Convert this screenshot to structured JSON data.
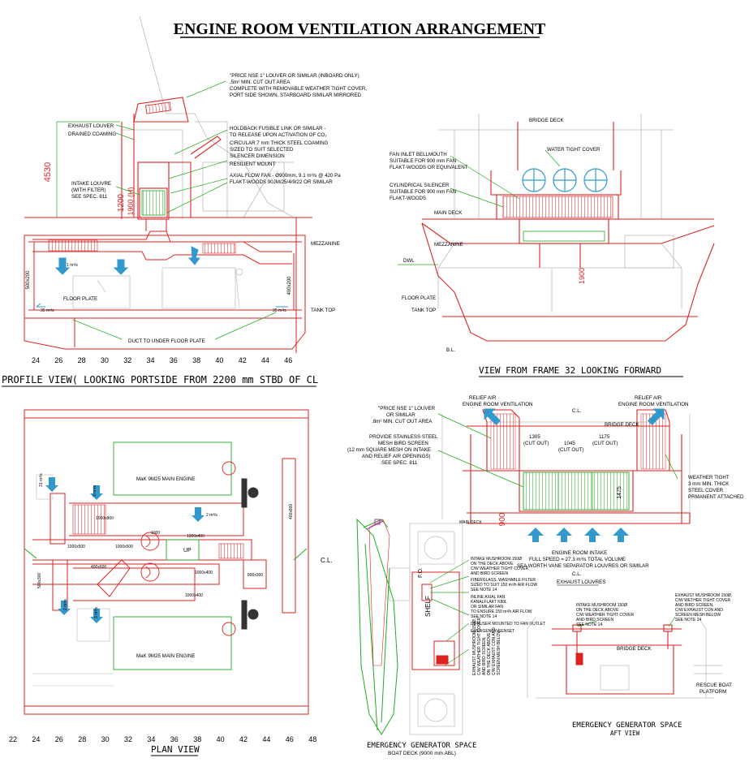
{
  "title": "ENGINE ROOM VENTILATION ARRANGEMENT",
  "profile": {
    "view_title": "PROFILE VIEW( LOOKING PORTSIDE FROM 2200 mm STBD OF CL",
    "notes": {
      "louver1": "\"PRICE NSE 1\" LOUVER OR SIMILAR (INBOARD ONLY)",
      "louver2": ".5m² MIN. CUT OUT AREA",
      "louver3": "COMPLETE WITH REMOVABLE WEATHER TIGHT COVER,",
      "louver4": "PORT SIDE SHOWN, STARBOARD SIMILAR MIRRORED",
      "holdback1": "HOLDBACK FUSIBLE LINK OR SIMILAR -",
      "holdback2": "TO RELEASE UPON ACTIVATION OF CO₂",
      "circ1": "CIRCULAR 7 mm THICK STEEL COAMING",
      "circ2": "SIZED TO SUIT SELECTED",
      "circ3": "SILENCER DIMENSION",
      "resilient": "RESILIENT MOUNT",
      "fan1": "AXIAL FLOW FAN - Ø900mm, 9.1 m³/s @ 420 Pa",
      "fan2": "FLAKT-WOODS 90JM/25/4/9/22 OR SIMILAR",
      "exhaust_louver": "EXHAUST LOUVER",
      "drained": "DRAINED COAMING",
      "intake1": "INTAKE LOUVRE",
      "intake2": "(WITH FILTER)",
      "intake3": "SEE SPEC. 811",
      "mezzanine": "MEZZANINE",
      "floor_plate": "FLOOR PLATE",
      "tank_top": "TANK TOP",
      "duct_under": "DUCT TO UNDER FLOOR PLATE",
      "dim_4530": "4530",
      "dim_1200": "1200",
      "dim_1900": "1900 (H)",
      "duct_500": "500x200",
      "duct_400": "400x200",
      "flow_35": "35 m³/s",
      "flow_1": "1 m³/s"
    },
    "frames": [
      "24",
      "26",
      "28",
      "30",
      "32",
      "34",
      "36",
      "38",
      "40",
      "42",
      "44",
      "46"
    ]
  },
  "frame32": {
    "view_title": "VIEW FROM FRAME 32 LOOKING FORWARD",
    "bridge_deck": "BRIDGE DECK",
    "water_tight": "WATER TIGHT COVER",
    "bell1": "FAN INLET BELLMOUTH",
    "bell2": "SUITABLE FOR 900 mm FAN",
    "bell3": "FLAKT-WOODS OR EQUIVALENT",
    "cyl1": "CYLINDRICAL SILENCER",
    "cyl2": "SUITABLE FOR 900 mm FAN",
    "cyl3": "FLAKT-WOODS",
    "main_deck": "MAIN DECK",
    "mezzanine": "MEZZANINE",
    "dwl": "DWL",
    "floor_plate": "FLOOR PLATE",
    "tank_top": "TANK TOP",
    "bl": "B.L.",
    "dim_1900": "1900"
  },
  "plan": {
    "view_title": "PLAN VIEW",
    "engine_label": "MaK 9M25 MAIN ENGINE",
    "cl": "C.L.",
    "up": "UP",
    "ducts": [
      "1000x800",
      "1000x500",
      "1000x500",
      "1000",
      "1000x400",
      "400x600",
      "1000x400",
      "800x300",
      "500x300",
      "400x800",
      "1000x400"
    ],
    "flows": [
      "31 m³/s",
      "2 m³/s",
      "3 m³/s",
      "2 m³/s",
      "3 m³/s"
    ],
    "frames": [
      "22",
      "24",
      "26",
      "28",
      "30",
      "32",
      "34",
      "36",
      "38",
      "40",
      "42",
      "44",
      "46",
      "48"
    ]
  },
  "relief": {
    "n1": "\"PRICE NSE 1\" LOUVER",
    "n2": "OR SIMILAR",
    "n3": ".8m² MIN. CUT OUT AREA",
    "relief_left1": "RELIEF AIR",
    "relief_left2": "ENGINE ROOM VENTILATION",
    "relief_right1": "RELIEF AIR",
    "relief_right2": "ENGINE ROOM VENTILATION",
    "cl": "C.L.",
    "bridge_deck": "BRIDGE DECK",
    "mesh1": "PROVIDE STAINLESS STEEL",
    "mesh2": "MESH BIRD SCREEN",
    "mesh3": "(12 mm SQUARE MESH ON INTAKE",
    "mesh4": "AND RELIEF AIR OPENINGS)",
    "mesh5": "SEE SPEC. 811",
    "cut1": "1305",
    "cut2": "1045",
    "cut3": "1175",
    "cut_out": "(CUT OUT)",
    "cut_v": "1475",
    "wt1": "WEATHER TIGHT",
    "wt2": "3 mm MIN. THICK",
    "wt3": "STEEL COVER",
    "wt4": "PRMANENT ATTACHED",
    "dim_900": "900",
    "main_deck": "MAIN DECK",
    "intake1": "ENGINE ROOM INTAKE",
    "intake2": "FULL SPEED = 27.3 m³/s TOTAL VOLUME",
    "intake3": "SEA WORTH VANE SEPARATOR LOUVRES OR SIMILAR",
    "cl2": "C.L.",
    "exhaust_louvres": "EXHAUST LOUVRES"
  },
  "egen": {
    "title1": "EMERGENCY GENERATOR SPACE",
    "title2": "BOAT DECK (9000 mm ABL)",
    "shelf": "SHELF",
    "fo": "F.O.",
    "n_mush1": "INTAKE MUSHROOM 150Ø",
    "n_mush2": "ON THE DECK ABOVE",
    "n_mush3": "C/W WEATHER TIGHT COVER",
    "n_mush4": "AND BIRD SCREEN",
    "n_fib1": "FIBERGLASS, WASHABLE FILTER",
    "n_fib2": "SIZED TO SUIT 150 m³/h AIR FLOW",
    "n_fib3": "SEE NOTE 14",
    "n_fan1": "INLINE AXIAL FAN",
    "n_fan2": "KANALFLAKT K80L",
    "n_fan3": "OR SIMILAR FAN",
    "n_fan4": "TO ENSURE 150 m³/h AIR FLOW",
    "n_fan5": "SEE NOTE 14",
    "n_diff": "DIFFUSER MOUNTED TO FAN OUTLET",
    "n_gen": "EMERGENCY GENSET",
    "n_ex1": "EXHAUST MUSHROOM 150Ø,",
    "n_ex2": "C/W WEATHER TIGHT COVER",
    "n_ex3": "AND BIRD SCREEN,",
    "n_ex4": "ON THE DECK ABOVE",
    "n_ex5": "C/W EXHAUST CON AND",
    "n_ex6": "SCREEN MESH BELOW"
  },
  "aft": {
    "title1": "EMERGENCY GENERATOR SPACE",
    "title2": "AFT VIEW",
    "in1": "INTAKE MUSHROOM 150Ø",
    "in2": "ON THE DECK ABOVE",
    "in3": "C/W WEATHER TIGHT COVER",
    "in4": "AND BIRD SCREEN",
    "in5": "SEE NOTE 14",
    "ex1": "EXHAUST MUSHROOM 150Ø,",
    "ex2": "C/W WETHER TIGHT COVER",
    "ex3": "AND BIRD SCREEN,",
    "ex4": "C/W EXHAUST CON AND",
    "ex5": "SCREEN MESH BELOW",
    "ex6": "SEE NOTE 14",
    "bridge_deck": "BRIDGE DECK",
    "rescue1": "RESCUE BOAT",
    "rescue2": "PLATFORM"
  }
}
